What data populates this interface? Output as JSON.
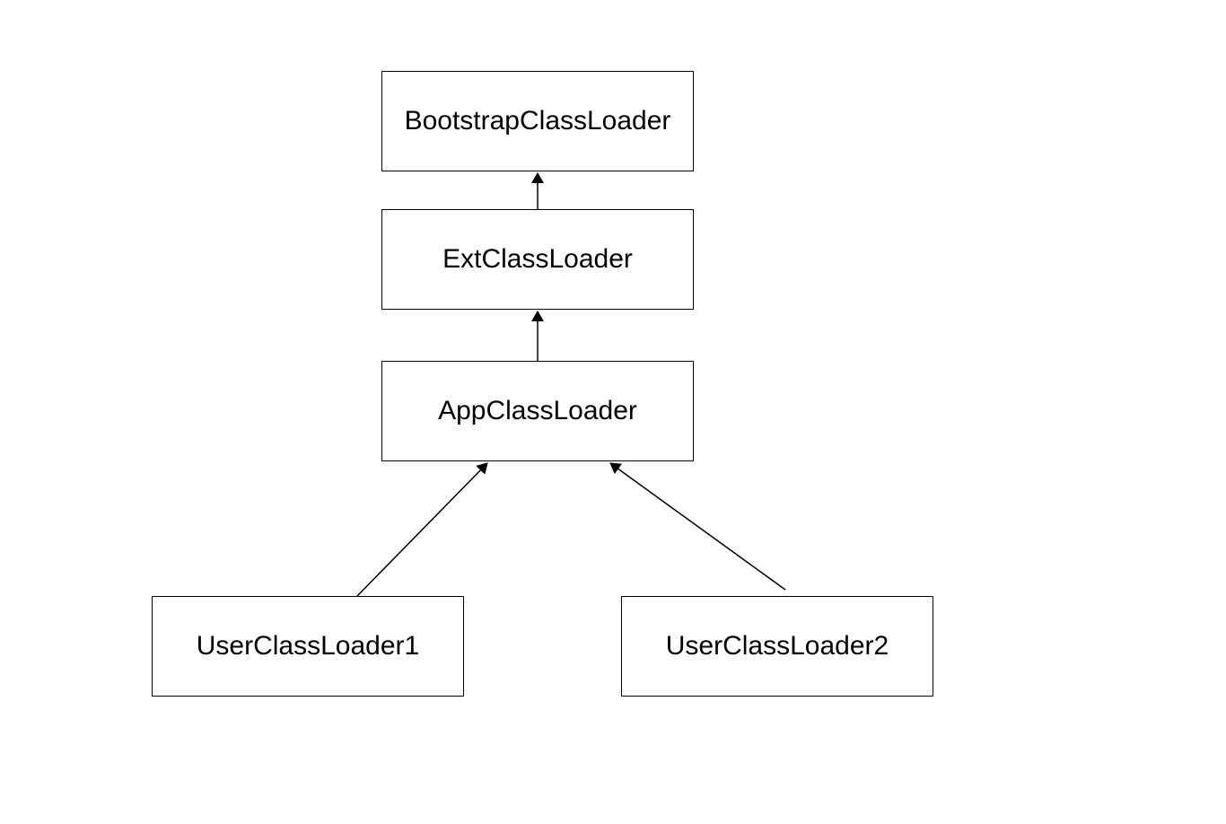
{
  "diagram": {
    "nodes": {
      "bootstrap": "BootstrapClassLoader",
      "ext": "ExtClassLoader",
      "app": "AppClassLoader",
      "user1": "UserClassLoader1",
      "user2": "UserClassLoader2"
    },
    "edges": [
      {
        "from": "ext",
        "to": "bootstrap"
      },
      {
        "from": "app",
        "to": "ext"
      },
      {
        "from": "user1",
        "to": "app"
      },
      {
        "from": "user2",
        "to": "app"
      }
    ],
    "colors": {
      "stroke": "#000000",
      "fill": "#ffffff"
    }
  }
}
